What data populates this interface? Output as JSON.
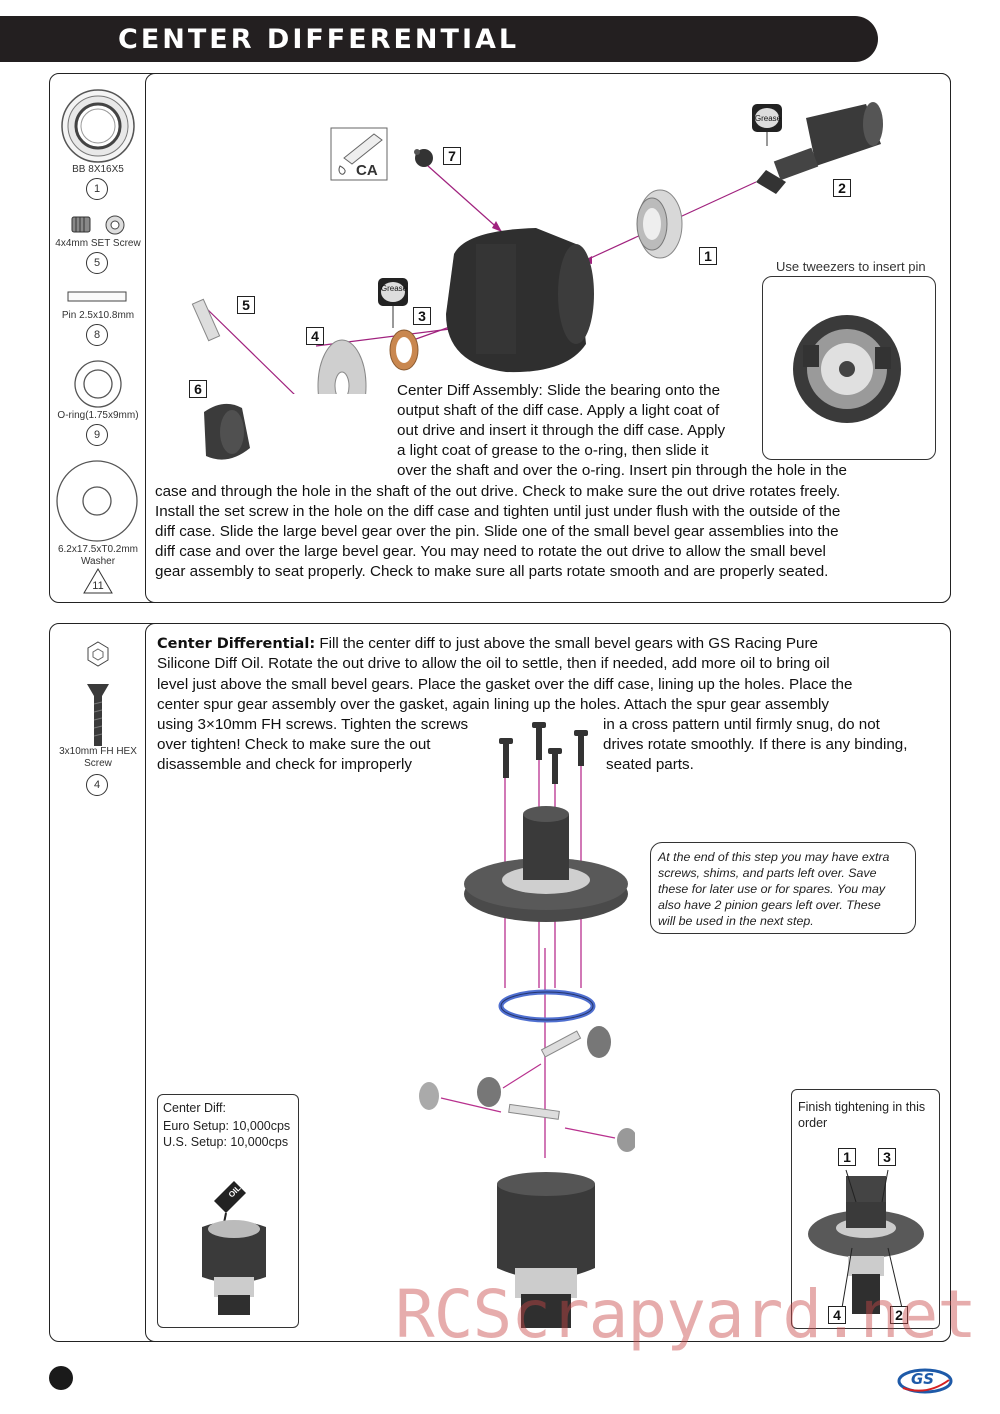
{
  "header": {
    "title": "CENTER DIFFERENTIAL"
  },
  "top_section": {
    "parts": [
      {
        "label": "BB 8X16X5",
        "number": "1"
      },
      {
        "label": "4x4mm SET Screw",
        "number": "5"
      },
      {
        "label": "Pin 2.5x10.8mm",
        "number": "8"
      },
      {
        "label": "O-ring(1.75x9mm)",
        "number": "9"
      },
      {
        "label": "6.2x17.5xT0.2mm\nWasher",
        "number": "11"
      }
    ],
    "callouts": {
      "ca": "CA",
      "grease_1": "Grease",
      "grease_2": "Grease",
      "tweezers": "Use tweezers to insert pin"
    },
    "step_numbers": [
      "7",
      "2",
      "1",
      "3",
      "5",
      "4",
      "6"
    ],
    "instructions": [
      "Center Diff Assembly: Slide the bearing onto the",
      "output shaft of the diff case. Apply a light coat of",
      "out drive and insert it through the diff case. Apply",
      "a light coat of grease to the o-ring, then slide it",
      "over the shaft and over the o-ring. Insert pin through the hole in the",
      "case and through the hole in the shaft of the out drive. Check to make sure the out drive rotates freely.",
      "Install the set screw in the hole on the diff case and tighten until just under flush with the outside of the",
      "diff case. Slide the large bevel gear over the pin. Slide one of the small bevel gear assemblies into the",
      "diff case and over the large bevel gear. You may need to rotate the out drive to allow the small bevel",
      "gear assembly to seat properly. Check to make sure all parts rotate smooth and are properly seated."
    ]
  },
  "bottom_section": {
    "parts": [
      {
        "label": "3x10mm FH HEX\nScrew",
        "number": "4"
      }
    ],
    "heading": "Center Differential:",
    "lines": [
      "Fill the center diff to just above the small bevel gears with GS Racing Pure",
      "Silicone Diff Oil. Rotate the out drive to allow the oil to settle, then if needed, add more oil to bring oil",
      "level just above the small bevel gears. Place the gasket over the diff case, lining up the holes. Place the",
      "center spur gear assembly over the gasket, again lining up the holes. Attach the spur gear assembly",
      "using  3×10mm FH screws. Tighten the screws",
      "in a cross pattern until firmly snug, do not",
      "over tighten! Check to make sure the out",
      "drives rotate smoothly. If there is any binding,",
      "disassemble and check for improperly",
      "seated parts."
    ],
    "note": [
      "At the end of this step you may have extra",
      "screws, shims, and parts left over. Save",
      "these for later use or for spares. You may",
      "also have 2 pinion gears left over. These",
      "will be used in the next step."
    ],
    "oil_box": {
      "title": "Center Diff:",
      "euro": "Euro Setup: 10,000cps",
      "us": "U.S. Setup: 10,000cps",
      "oil_label": "OIL"
    },
    "order_box": {
      "title_1": "Finish tightening in this",
      "title_2": "order",
      "numbers": [
        "1",
        "3",
        "4",
        "2"
      ]
    }
  },
  "watermark": "RCScrapyard.net",
  "logo": "GS"
}
